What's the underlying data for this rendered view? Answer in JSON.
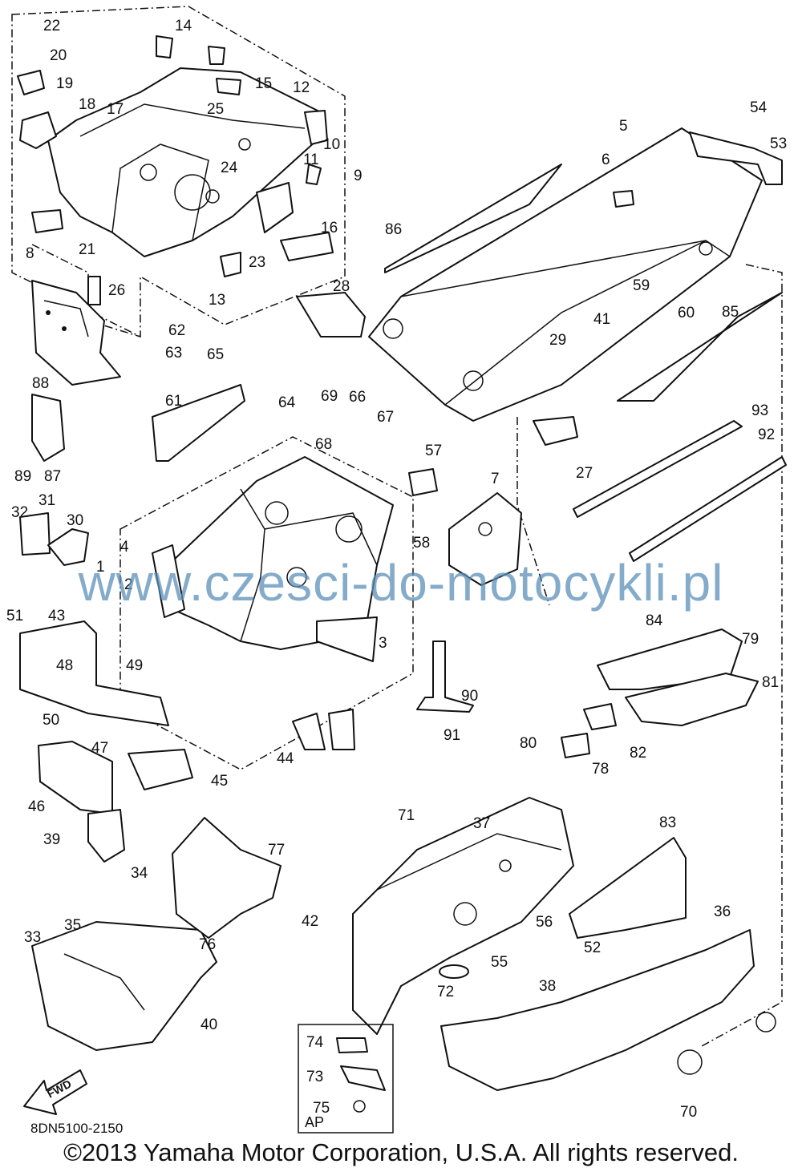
{
  "diagram": {
    "drawing_code": "8DN5100-2150",
    "copyright": "©2013 Yamaha Motor Corporation, U.S.A. All rights reserved.",
    "watermark": "www.czesci-do-motocykli.pl",
    "fwd_label": "FWD",
    "ap_label": "AP",
    "callouts": [
      "1",
      "2",
      "3",
      "4",
      "5",
      "6",
      "7",
      "8",
      "9",
      "10",
      "11",
      "12",
      "13",
      "14",
      "15",
      "16",
      "17",
      "18",
      "19",
      "20",
      "21",
      "22",
      "23",
      "24",
      "25",
      "26",
      "27",
      "28",
      "29",
      "30",
      "31",
      "32",
      "33",
      "34",
      "35",
      "36",
      "37",
      "38",
      "39",
      "40",
      "41",
      "42",
      "43",
      "44",
      "45",
      "46",
      "47",
      "48",
      "49",
      "50",
      "51",
      "52",
      "53",
      "54",
      "55",
      "56",
      "57",
      "58",
      "59",
      "60",
      "61",
      "62",
      "63",
      "64",
      "65",
      "66",
      "67",
      "68",
      "69",
      "70",
      "71",
      "72",
      "73",
      "74",
      "75",
      "76",
      "77",
      "78",
      "79",
      "80",
      "81",
      "82",
      "83",
      "84",
      "85",
      "86",
      "87",
      "88",
      "89",
      "90",
      "91",
      "92",
      "93"
    ]
  }
}
